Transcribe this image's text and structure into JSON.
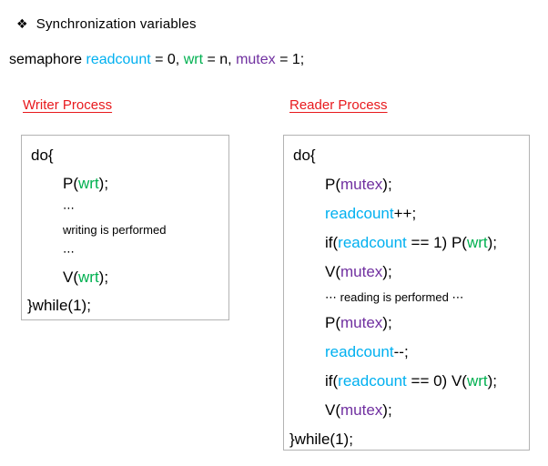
{
  "colors": {
    "readcount": "#00B0F0",
    "wrt": "#00B050",
    "mutex": "#7030A0",
    "heading_red": "#E8191D",
    "text": "#000000",
    "box_border": "#B3B3B3"
  },
  "title": {
    "bullet": "❖",
    "text": "Synchronization variables"
  },
  "declaration": {
    "segments": [
      {
        "text": "semaphore "
      },
      {
        "text": "readcount"
      },
      {
        "text": " = 0, "
      },
      {
        "text": "wrt"
      },
      {
        "text": " = n, "
      },
      {
        "text": "mutex"
      },
      {
        "text": " = 1;"
      }
    ]
  },
  "writer": {
    "heading": "Writer Process",
    "lines": [
      {
        "text": "do{"
      },
      {
        "pre": "P(",
        "var": "wrt",
        "post": ");"
      },
      {
        "text": "⋯"
      },
      {
        "text": "writing is performed"
      },
      {
        "text": "⋯"
      },
      {
        "pre": "V(",
        "var": "wrt",
        "post": ");"
      },
      {
        "text": "}while(1);"
      }
    ]
  },
  "reader": {
    "heading": "Reader Process",
    "lines": [
      {
        "text": "do{"
      },
      {
        "pre": "P(",
        "var": "mutex",
        "post": ");"
      },
      {
        "var": "readcount",
        "post": "++;"
      },
      {
        "pre": "if(",
        "var": "readcount",
        "mid": " == 1) P(",
        "var2": "wrt",
        "post": ");"
      },
      {
        "pre": "V(",
        "var": "mutex",
        "post": ");"
      },
      {
        "text": "⋯ reading is performed ⋯"
      },
      {
        "pre": "P(",
        "var": "mutex",
        "post": ");"
      },
      {
        "var": "readcount",
        "post": "--;"
      },
      {
        "pre": "if(",
        "var": "readcount",
        "mid": " == 0) V(",
        "var2": "wrt",
        "post": ");"
      },
      {
        "pre": "V(",
        "var": "mutex",
        "post": ");"
      },
      {
        "text": "}while(1);"
      }
    ]
  }
}
